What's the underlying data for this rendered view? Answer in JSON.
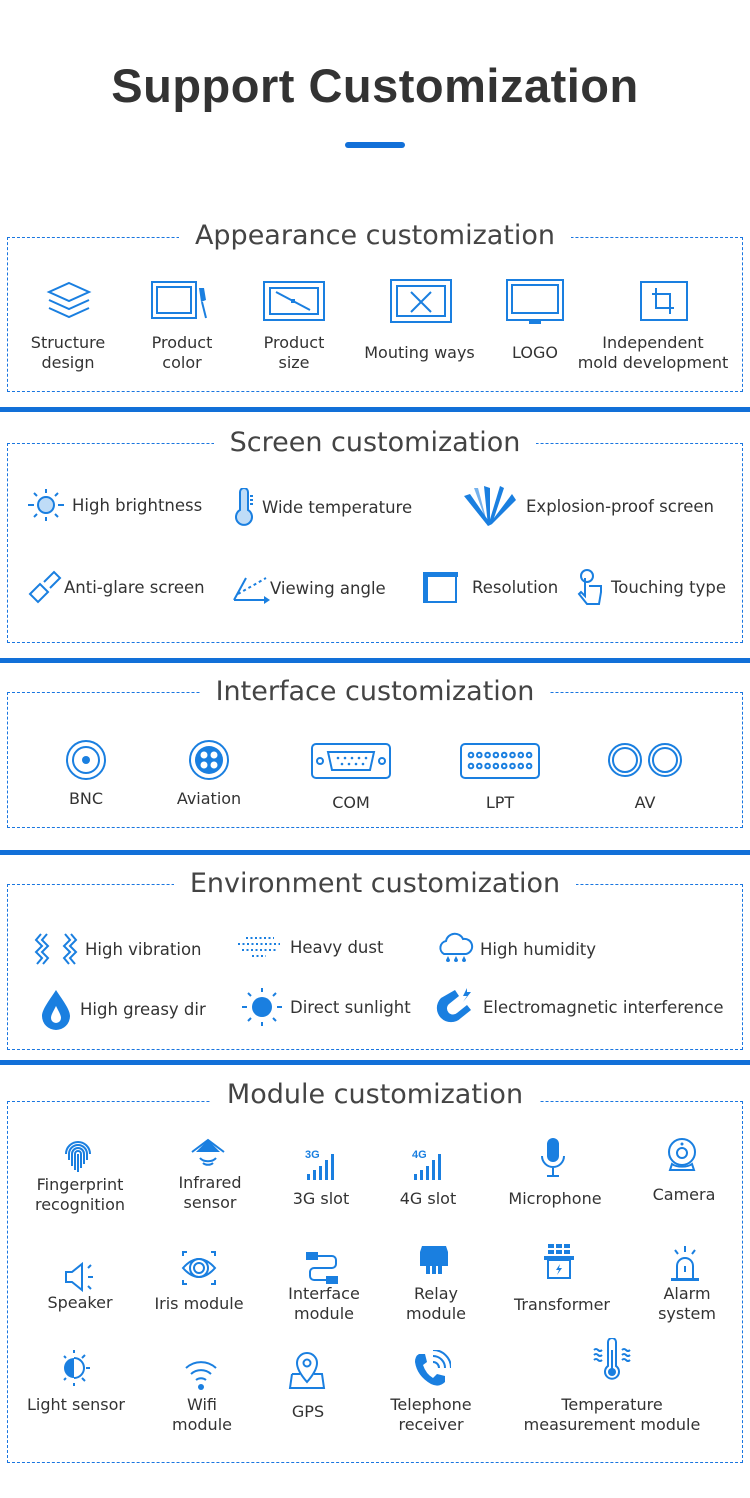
{
  "page": {
    "title": "Support Customization",
    "accent_color": "#1270d8"
  },
  "sections": [
    {
      "title": "Appearance customization",
      "items": [
        {
          "label_lines": [
            "Structure",
            "design"
          ],
          "icon": "layers-icon"
        },
        {
          "label_lines": [
            "Product",
            "color"
          ],
          "icon": "paint-brush-screen-icon"
        },
        {
          "label_lines": [
            "Product",
            "size"
          ],
          "icon": "screen-diagonal-icon"
        },
        {
          "label_lines": [
            "Mouting ways"
          ],
          "icon": "tools-screen-icon"
        },
        {
          "label_lines": [
            "LOGO"
          ],
          "icon": "monitor-logo-icon"
        },
        {
          "label_lines": [
            "Independent",
            "mold development"
          ],
          "icon": "crop-mold-icon"
        }
      ]
    },
    {
      "title": "Screen customization",
      "items": [
        {
          "label": "High brightness",
          "icon": "sun-brightness-icon"
        },
        {
          "label": "Wide temperature",
          "icon": "thermometer-icon"
        },
        {
          "label": "Explosion-proof screen",
          "icon": "explosion-icon"
        },
        {
          "label": "Anti-glare screen",
          "icon": "glasses-icon"
        },
        {
          "label": "Viewing angle",
          "icon": "angle-icon"
        },
        {
          "label": "Resolution",
          "icon": "ruler-frame-icon"
        },
        {
          "label": "Touching type",
          "icon": "touch-hand-icon"
        }
      ]
    },
    {
      "title": "Interface customization",
      "items": [
        {
          "label": "BNC",
          "icon": "bnc-connector-icon"
        },
        {
          "label": "Aviation",
          "icon": "aviation-connector-icon"
        },
        {
          "label": "COM",
          "icon": "com-port-icon"
        },
        {
          "label": "LPT",
          "icon": "lpt-port-icon"
        },
        {
          "label": "AV",
          "icon": "av-connector-icon"
        }
      ]
    },
    {
      "title": "Environment customization",
      "items": [
        {
          "label": "High vibration",
          "icon": "vibration-icon"
        },
        {
          "label": "Heavy dust",
          "icon": "dust-icon"
        },
        {
          "label": "High humidity",
          "icon": "rain-cloud-icon"
        },
        {
          "label": "High greasy dir",
          "icon": "drop-icon"
        },
        {
          "label": "Direct sunlight",
          "icon": "sun-icon"
        },
        {
          "label": "Electromagnetic interference",
          "icon": "magnet-icon"
        }
      ]
    },
    {
      "title": "Module customization",
      "items": [
        {
          "label_lines": [
            "Fingerprint",
            "recognition"
          ],
          "icon": "fingerprint-icon"
        },
        {
          "label_lines": [
            "Infrared",
            "sensor"
          ],
          "icon": "infrared-icon"
        },
        {
          "label_lines": [
            "3G slot"
          ],
          "icon": "signal-3g-icon",
          "badge": "3G"
        },
        {
          "label_lines": [
            "4G slot"
          ],
          "icon": "signal-4g-icon",
          "badge": "4G"
        },
        {
          "label_lines": [
            "Microphone"
          ],
          "icon": "microphone-icon"
        },
        {
          "label_lines": [
            "Camera"
          ],
          "icon": "webcam-icon"
        },
        {
          "label_lines": [
            "Speaker"
          ],
          "icon": "speaker-icon"
        },
        {
          "label_lines": [
            "Iris module"
          ],
          "icon": "eye-scan-icon"
        },
        {
          "label_lines": [
            "Interface",
            "module"
          ],
          "icon": "usb-cable-icon"
        },
        {
          "label_lines": [
            "Relay",
            "module"
          ],
          "icon": "relay-icon"
        },
        {
          "label_lines": [
            "Transformer"
          ],
          "icon": "transformer-icon"
        },
        {
          "label_lines": [
            "Alarm",
            "system"
          ],
          "icon": "alarm-light-icon"
        },
        {
          "label_lines": [
            "Light sensor"
          ],
          "icon": "light-sensor-icon"
        },
        {
          "label_lines": [
            "Wifi",
            "module"
          ],
          "icon": "wifi-icon"
        },
        {
          "label_lines": [
            "GPS"
          ],
          "icon": "map-pin-icon"
        },
        {
          "label_lines": [
            "Telephone",
            "receiver"
          ],
          "icon": "phone-icon"
        },
        {
          "label_lines": [
            "Temperature",
            "measurement module"
          ],
          "icon": "temperature-icon"
        }
      ]
    }
  ]
}
